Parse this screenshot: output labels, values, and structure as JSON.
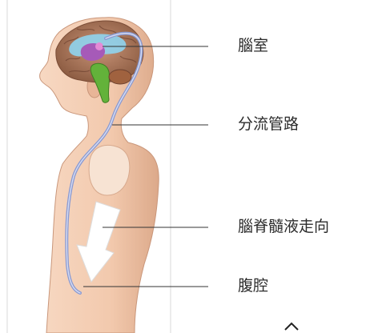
{
  "labels": {
    "ventricles": "腦室",
    "shunt_tube": "分流管路",
    "csf_flow": "腦脊髓液走向",
    "abdominal_cavity": "腹腔"
  },
  "colors": {
    "skin": "#f2c9ad",
    "skin_shadow": "#d9a488",
    "brain": "#b07a5e",
    "ventricle": "#8fd4ee",
    "ventricle_purple": "#a65ab8",
    "brainstem": "#63b23a",
    "shunt": "#8a9ad2",
    "leader_line": "#333333",
    "arrow": "#ffffff"
  }
}
